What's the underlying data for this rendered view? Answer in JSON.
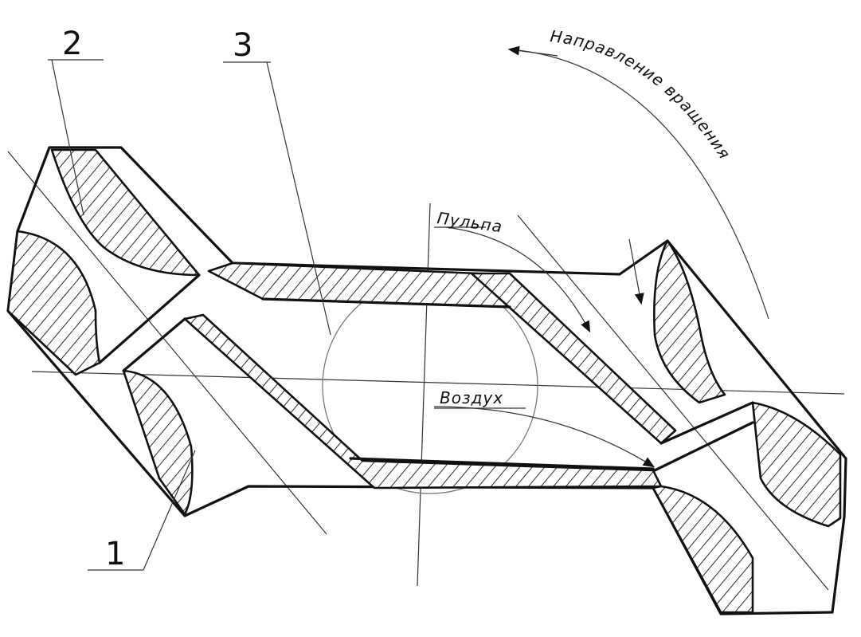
{
  "labels": {
    "one": "1",
    "two": "2",
    "three": "3",
    "pulp": "Пульпа",
    "air": "Воздух",
    "rotation": "Направление вращения"
  },
  "colors": {
    "ink": "#111111",
    "paper": "#ffffff",
    "pencil": "#777777"
  }
}
